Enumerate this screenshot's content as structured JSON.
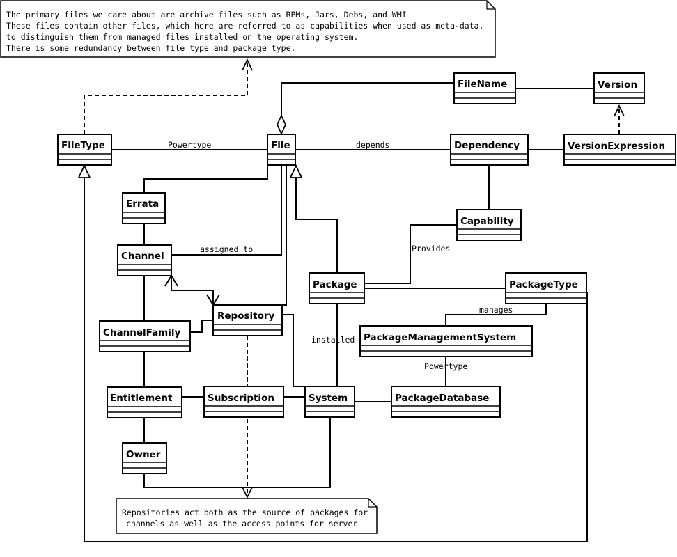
{
  "notes": {
    "top": [
      "The primary files we care about are archive files such as RPMs, Jars, Debs, and WMI",
      "These files contain other files, which here are referred to as capabilities when used as meta-data,",
      "to distinguish them from managed files installed on the operating system.",
      "There is some redundancy between file type and package type."
    ],
    "bottom": [
      "Repositories act both as the source of packages for",
      "channels as well as the access points for server"
    ]
  },
  "classes": {
    "filetype": "FileType",
    "file": "File",
    "filename": "FileName",
    "version": "Version",
    "dependency": "Dependency",
    "versionexpression": "VersionExpression",
    "errata": "Errata",
    "capability": "Capability",
    "channel": "Channel",
    "package": "Package",
    "packagetype": "PackageType",
    "repository": "Repository",
    "channelfamily": "ChannelFamily",
    "packagemanagementsystem": "PackageManagementSystem",
    "entitlement": "Entitlement",
    "subscription": "Subscription",
    "system": "System",
    "packagedatabase": "PackageDatabase",
    "owner": "Owner"
  },
  "labels": {
    "powertype1": "Powertype",
    "depends": "depends",
    "assigned_to": "assigned to",
    "provides": "Provides",
    "manages": "manages",
    "installed": "installed",
    "powertype2": "Powertype"
  }
}
